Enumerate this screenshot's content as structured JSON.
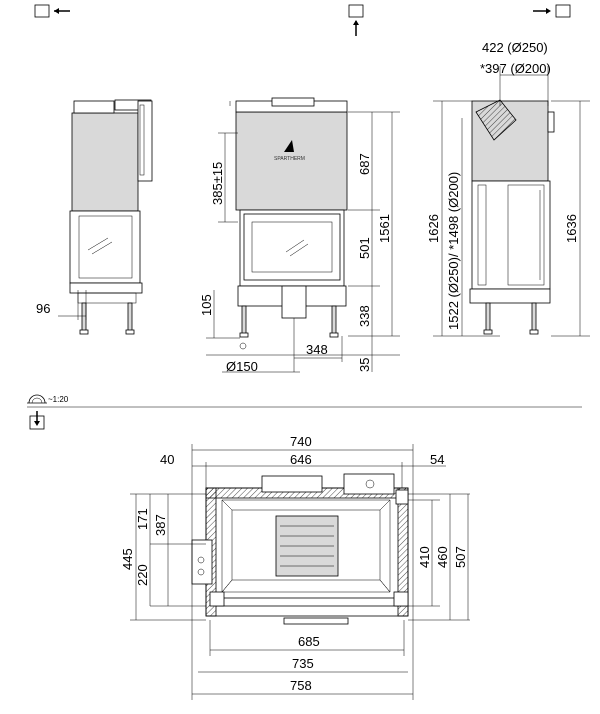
{
  "brand": "SPARTHERM",
  "scale": "~1:20",
  "front": {
    "d_385": "385±15",
    "d_687": "687",
    "d_501": "501",
    "d_1561": "1561",
    "d_338": "338",
    "d_105": "105",
    "d_348": "348",
    "d_35": "35",
    "d_150": "Ø150"
  },
  "left": {
    "d_96": "96"
  },
  "side": {
    "d_422": "422 (Ø250)",
    "d_397": "*397 (Ø200)",
    "d_1626": "1626",
    "d_1522": "1522 (Ø250)/ *1498 (Ø200)",
    "d_1636": "1636"
  },
  "plan": {
    "d_740": "740",
    "d_40": "40",
    "d_646": "646",
    "d_54": "54",
    "d_171": "171",
    "d_387": "387",
    "d_445": "445",
    "d_220": "220",
    "d_410": "410",
    "d_460": "460",
    "d_507": "507",
    "d_685": "685",
    "d_735": "735",
    "d_758": "758"
  },
  "icons": [
    "view-left-icon",
    "view-front-icon",
    "view-right-icon",
    "scale-icon",
    "plan-view-icon"
  ]
}
